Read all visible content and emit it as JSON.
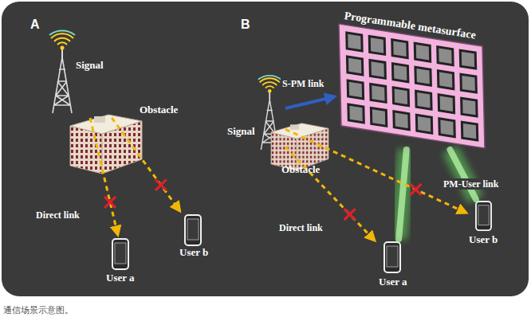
{
  "diagram": {
    "caption": "通信场景示意图。",
    "nodes": [
      {
        "text": [
          "Signal"
        ]
      },
      {
        "text": [
          "Obstacle"
        ]
      },
      {
        "text": [
          "User a"
        ]
      },
      {
        "text": [
          "User b"
        ]
      },
      {
        "text": [
          "Programmable metasurface"
        ]
      },
      {
        "text": [
          "Signal"
        ]
      },
      {
        "text": [
          "Obstacle"
        ]
      },
      {
        "text": [
          "User a"
        ]
      },
      {
        "text": [
          "User b"
        ]
      }
    ],
    "edges": [
      {
        "from": 0,
        "to": 2,
        "arrow": "to"
      },
      {
        "from": 0,
        "to": 3,
        "arrow": "to"
      },
      {
        "from": 5,
        "to": 4,
        "arrow": "to"
      },
      {
        "from": 4,
        "to": 7,
        "arrow": "none"
      },
      {
        "from": 4,
        "to": 8,
        "arrow": "none"
      },
      {
        "from": 5,
        "to": 7,
        "arrow": "to"
      },
      {
        "from": 5,
        "to": 8,
        "arrow": "to"
      }
    ],
    "labels": [
      "A",
      "B",
      "Direct link",
      "Direct link",
      "S-PM link",
      "PM-User link"
    ]
  }
}
